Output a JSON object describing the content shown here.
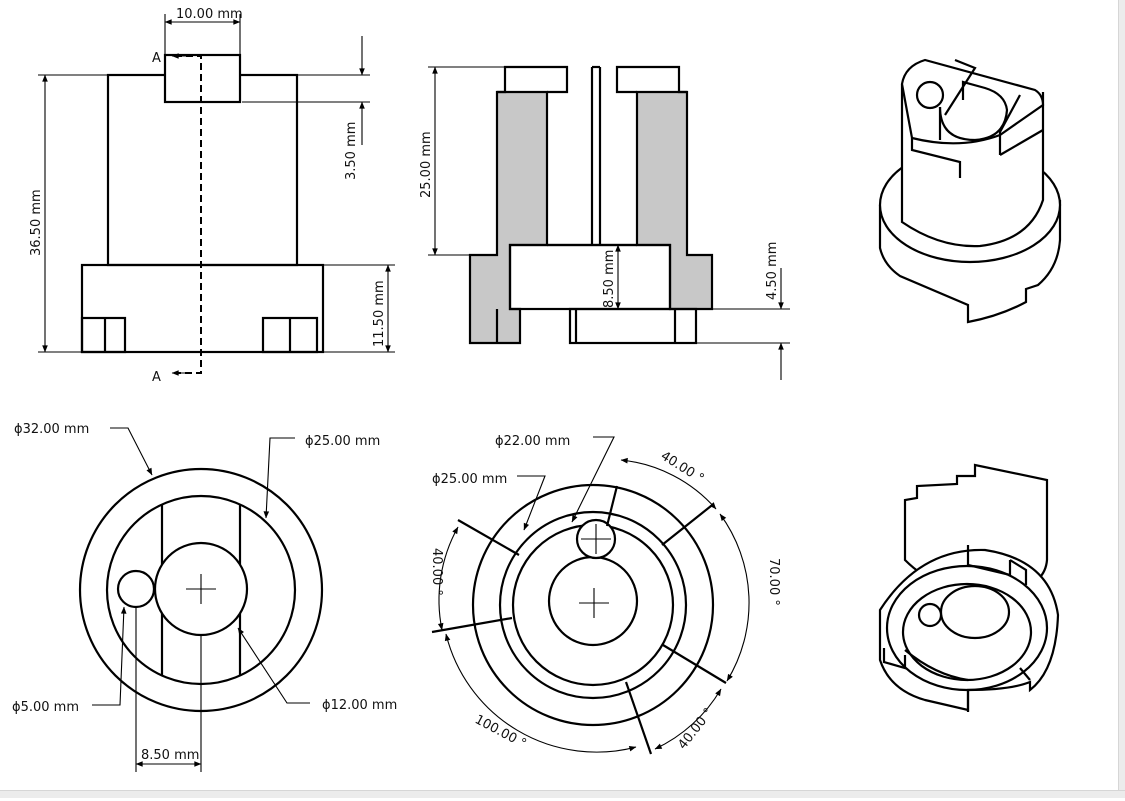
{
  "drawing": {
    "section_label_top": "A",
    "section_label_bottom": "A",
    "dimensions": {
      "front_tab_width": "10.00 mm",
      "front_tab_height": "3.50 mm",
      "front_total_height": "36.50 mm",
      "front_base_height": "11.50 mm",
      "section_body_height": "25.00 mm",
      "section_bore_depth": "8.50 mm",
      "section_slot_depth": "4.50 mm",
      "top_outer_diameter": "ϕ32.00 mm",
      "top_inner_diameter": "ϕ25.00 mm",
      "top_hole_diameter": "ϕ5.00 mm",
      "top_bore_diameter": "ϕ12.00 mm",
      "top_hole_offset": "8.50 mm",
      "bottom_diameter_a": "ϕ22.00 mm",
      "bottom_diameter_b": "ϕ25.00 mm",
      "angle_top_right": "40.00 °",
      "angle_right": "70.00 °",
      "angle_bottom_right": "40.00 °",
      "angle_bottom_left": "100.00 °",
      "angle_left": "40.00 °"
    }
  },
  "colors": {
    "line": "#000000",
    "section_fill": "#c8c8c8",
    "background": "#ffffff"
  }
}
